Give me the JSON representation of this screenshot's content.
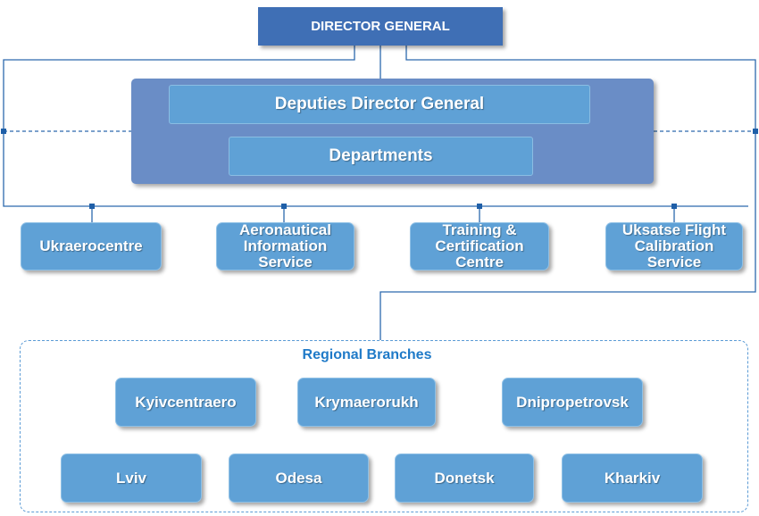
{
  "director": {
    "label": "DIRECTOR GENERAL"
  },
  "management": {
    "deputies": "Deputies Director General",
    "departments": "Departments"
  },
  "units": [
    {
      "label": "Ukraerocentre"
    },
    {
      "label": "Aeronautical Information Service"
    },
    {
      "label": "Training & Certification Centre"
    },
    {
      "label": "Uksatse Flight Calibration Service"
    }
  ],
  "regional": {
    "title": "Regional Branches",
    "branches": [
      {
        "label": "Kyivcentraero"
      },
      {
        "label": "Krymaerorukh"
      },
      {
        "label": "Dnipropetrovsk"
      },
      {
        "label": "Lviv"
      },
      {
        "label": "Odesa"
      },
      {
        "label": "Donetsk"
      },
      {
        "label": "Kharkiv"
      }
    ]
  },
  "colors": {
    "director": "#3f6fb5",
    "panel": "#6a8dc6",
    "box": "#5fa1d6",
    "line": "#1f5fa8",
    "regional_title": "#1f7ac8"
  }
}
